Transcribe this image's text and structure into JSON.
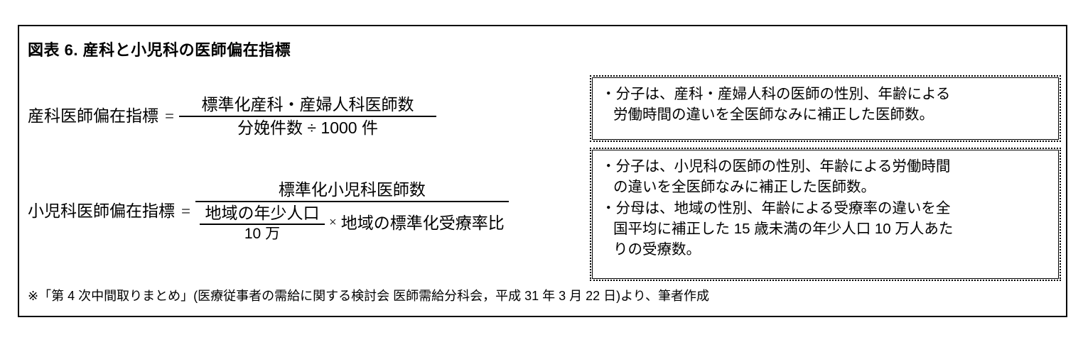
{
  "figure": {
    "title": "図表 6.  産科と小児科の医師偏在指標",
    "border_color": "#000000",
    "background_color": "#ffffff"
  },
  "formulas": [
    {
      "id": "obstetrics",
      "label": "産科医師偏在指標",
      "equals": "=",
      "numerator": "標準化産科・産婦人科医師数",
      "denominator": "分娩件数 ÷ 1000 件"
    },
    {
      "id": "pediatrics",
      "label": "小児科医師偏在指標",
      "equals": "=",
      "numerator": "標準化小児科医師数",
      "denominator": {
        "inner_numerator": "地域の年少人口",
        "inner_denominator": "10 万",
        "operator": "×",
        "tail": "地域の標準化受療率比"
      }
    }
  ],
  "notes": [
    {
      "id": "note-obstetrics",
      "lines": [
        {
          "first": "・分子は、産科・産婦人科の医師の性別、年齢による",
          "cont": "労働時間の違いを全医師なみに補正した医師数。"
        }
      ]
    },
    {
      "id": "note-pediatrics",
      "lines": [
        {
          "first": "・分子は、小児科の医師の性別、年齢による労働時間",
          "cont": "の違いを全医師なみに補正した医師数。"
        },
        {
          "first": "・分母は、地域の性別、年齢による受療率の違いを全",
          "cont": "国平均に補正した 15 歳未満の年少人口 10 万人あた",
          "cont2": "りの受療数。"
        }
      ]
    }
  ],
  "footnote": {
    "text": "※「第 4 次中間取りまとめ」(医療従事者の需給に関する検討会 医師需給分科会，平成 31 年 3 月 22 日)より、筆者作成"
  }
}
